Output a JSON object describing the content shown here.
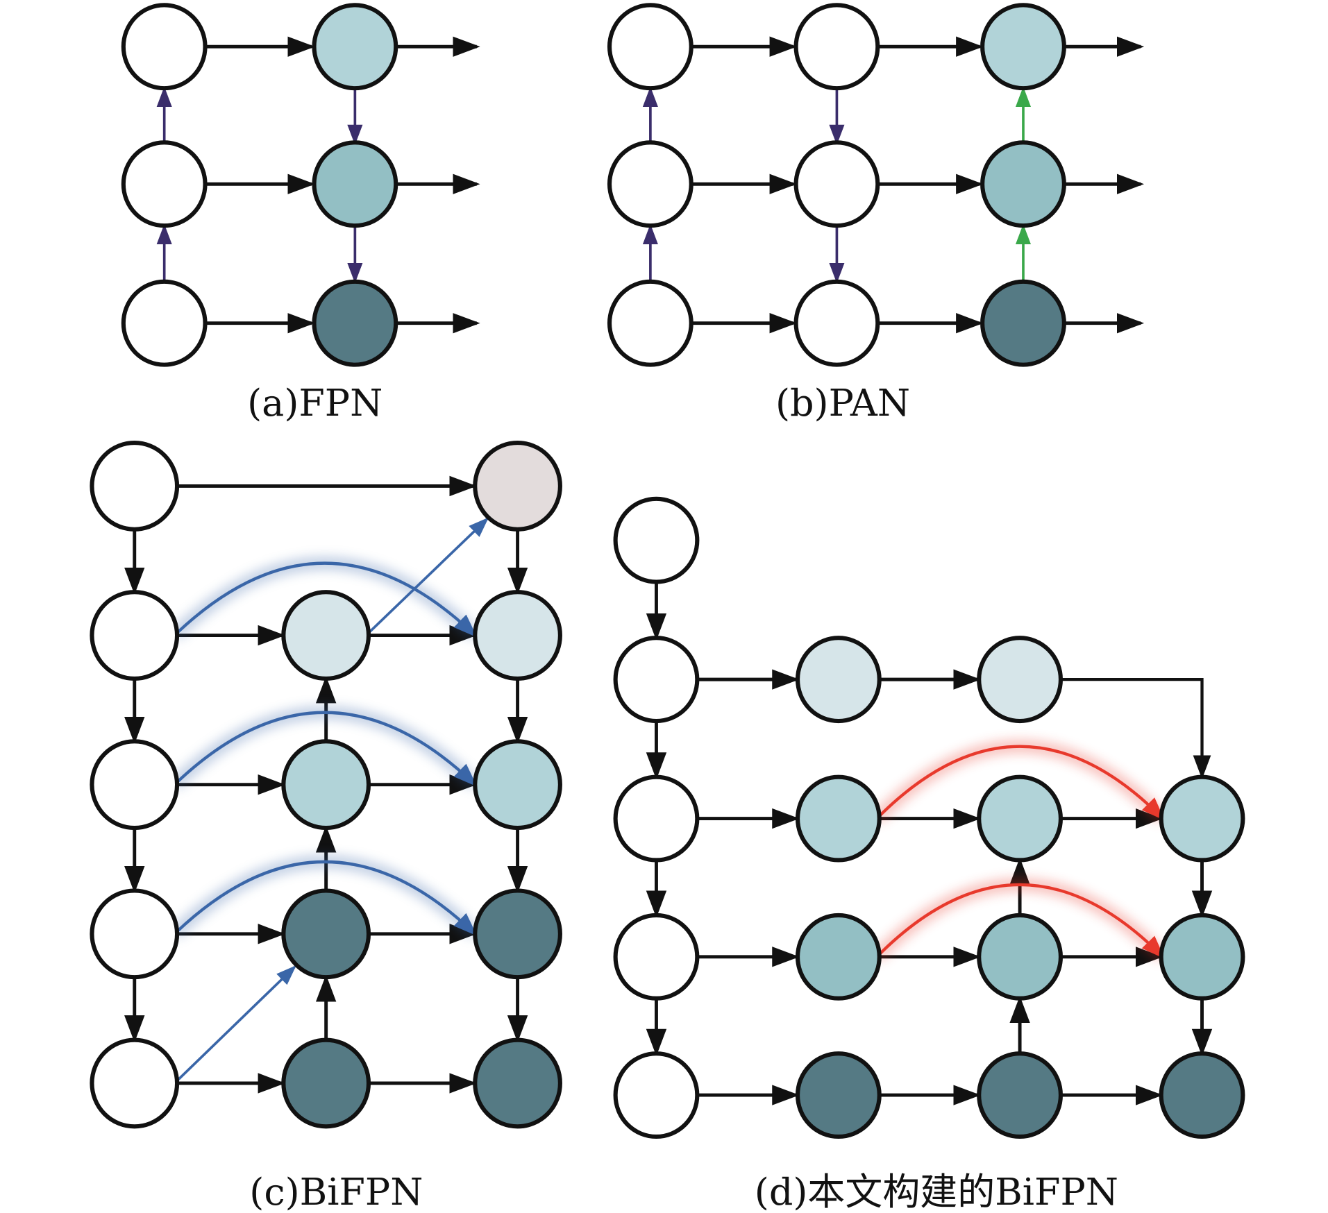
{
  "labels": {
    "fpn": "(a)FPN",
    "pan": "(b)PAN",
    "bifpn": "(c)BiFPN",
    "ours": "(d)本文构建的BiFPN"
  },
  "colors": {
    "white": "#ffffff",
    "pale": "#d6e5e9",
    "light": "#b1d3d8",
    "mid": "#93bfc4",
    "dark": "#557a84",
    "grey": "#e3dcdc",
    "purple": "#3a2d6b",
    "green": "#3aa84a",
    "blue": "#3a66a8",
    "red": "#e8392c"
  }
}
